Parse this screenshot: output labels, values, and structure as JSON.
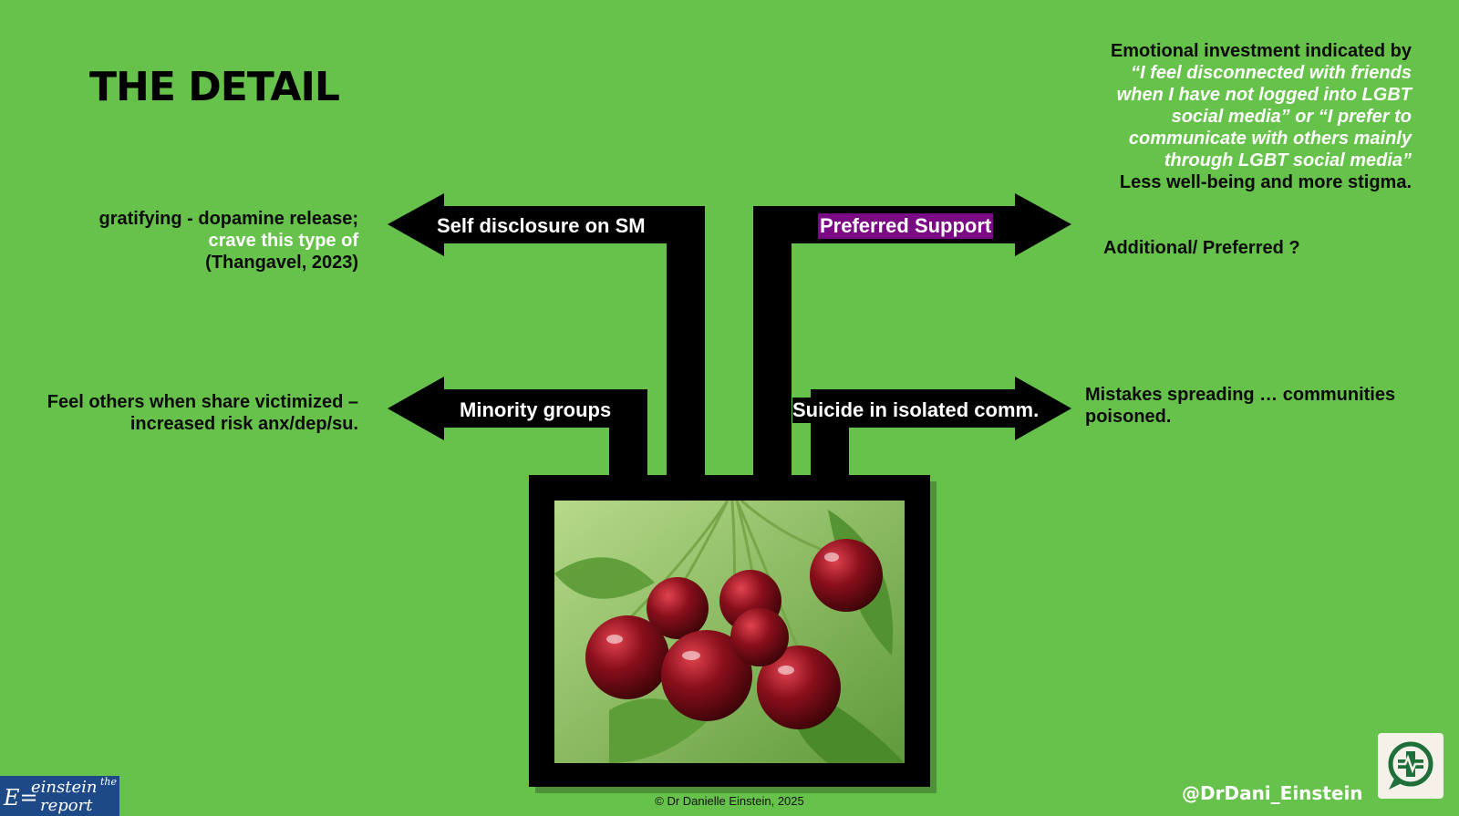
{
  "title": "THE DETAIL",
  "right_top": {
    "heading": "Emotional investment indicated by",
    "quote": "“I feel disconnected with friends when I have not logged into LGBT social media” or “I prefer to communicate with others mainly through LGBT social media”",
    "conclusion": "Less well-being and more stigma."
  },
  "additional": "Additional/ Preferred ?",
  "left_1": {
    "plain": "gratifying - dopamine release;",
    "highlight": "crave this type of",
    "cite": "(Thangavel, 2023)"
  },
  "left_2": "Feel others when share victimized – increased risk anx/dep/su.",
  "right_2": "Mistakes spreading … communities poisoned.",
  "arrows": {
    "self_disclosure": "Self disclosure on SM",
    "preferred_support": "Preferred Support",
    "minority_groups": "Minority groups",
    "suicide": "Suicide in isolated comm."
  },
  "copyright": "© Dr Danielle Einstein, 2025",
  "handle": "@DrDani_Einstein",
  "brand": {
    "e": "E=",
    "word1": "einstein",
    "the": "the",
    "word2": "report"
  },
  "colors": {
    "background": "#66c24a",
    "accent_purple": "#7a0a83",
    "shape": "#000000",
    "brand_blue": "#1d4a86"
  },
  "icons": {
    "app_icon": "cross-speech-bubble-icon"
  }
}
